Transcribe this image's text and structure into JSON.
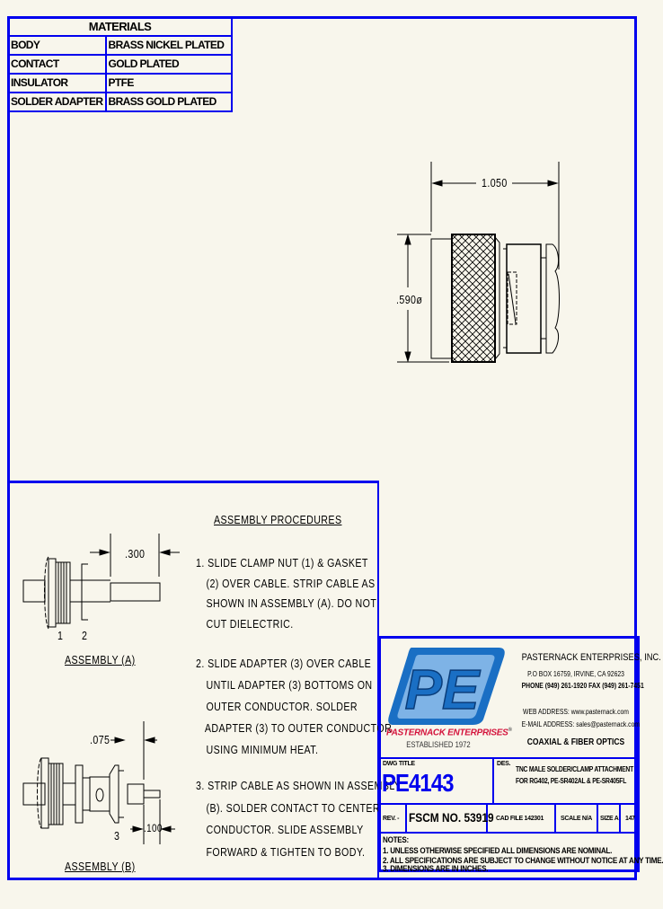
{
  "materials": {
    "header": "MATERIALS",
    "rows": [
      {
        "part": "BODY",
        "material": "BRASS NICKEL PLATED"
      },
      {
        "part": "CONTACT",
        "material": "GOLD PLATED"
      },
      {
        "part": "INSULATOR",
        "material": "PTFE"
      },
      {
        "part": "SOLDER ADAPTER",
        "material": "BRASS GOLD PLATED"
      }
    ]
  },
  "main_view": {
    "length_dim": "1.050",
    "diameter_dim": ".590ø"
  },
  "assembly_a": {
    "label": "ASSEMBLY (A)",
    "dim": ".300",
    "callouts": [
      "1",
      "2"
    ]
  },
  "assembly_b": {
    "label": "ASSEMBLY (B)",
    "dim_top": ".075",
    "dim_bottom": ".100",
    "callouts": [
      "3"
    ]
  },
  "procedures": {
    "title": "ASSEMBLY PROCEDURES",
    "steps": [
      {
        "lines": [
          "1. SLIDE CLAMP NUT (1) & GASKET",
          "(2) OVER CABLE. STRIP CABLE AS",
          "SHOWN IN ASSEMBLY (A). DO NOT",
          "CUT DIELECTRIC."
        ]
      },
      {
        "lines": [
          "2. SLIDE ADAPTER (3) OVER CABLE",
          "UNTIL ADAPTER (3) BOTTOMS ON",
          "OUTER CONDUCTOR. SOLDER",
          "ADAPTER (3) TO OUTER CONDUCTOR",
          "USING MINIMUM HEAT."
        ]
      },
      {
        "lines": [
          "3. STRIP CABLE AS SHOWN IN ASSEMBLY",
          "(B). SOLDER CONTACT TO CENTER",
          "CONDUCTOR. SLIDE ASSEMBLY",
          "FORWARD & TIGHTEN TO BODY."
        ]
      }
    ]
  },
  "title_block": {
    "logo": {
      "letters": "PE",
      "brand": "PASTERNACK ENTERPRISES",
      "registered": "®",
      "established": "ESTABLISHED 1972"
    },
    "company": {
      "name": "PASTERNACK ENTERPRISES, INC.",
      "address": "P.O BOX 16759, IRVINE, CA 92623",
      "phone": "PHONE (949) 261-1920 FAX (949) 261-7451",
      "web": "WEB ADDRESS: www.pasternack.com",
      "email": "E-MAIL ADDRESS: sales@pasternack.com",
      "tagline": "COAXIAL & FIBER OPTICS"
    },
    "dwg_title_label": "DWG TITLE",
    "part_number": "PE4143",
    "des_label": "DES.",
    "description": [
      "TNC MALE SOLDER/CLAMP ATTACHMENT",
      "FOR RG402, PE-SR402AL & PE-SR405FL"
    ],
    "rev": "REV. -",
    "fscm": "FSCM NO. 53919",
    "cad_file": "CAD FILE  142301",
    "scale": "SCALE N/A",
    "size": "SIZE A",
    "sheet": "147",
    "notes_label": "NOTES:",
    "notes": [
      "1. UNLESS OTHERWISE SPECIFIED ALL DIMENSIONS ARE NOMINAL.",
      "2. ALL SPECIFICATIONS ARE SUBJECT TO CHANGE WITHOUT NOTICE AT ANY TIME.",
      "3. DIMENSIONS ARE IN INCHES."
    ]
  },
  "colors": {
    "border": "#0000ee",
    "background": "#f8f6ec",
    "logo_blue": "#1a6fc4",
    "logo_light": "#7eb3e6",
    "brand_red": "#d4143c"
  }
}
